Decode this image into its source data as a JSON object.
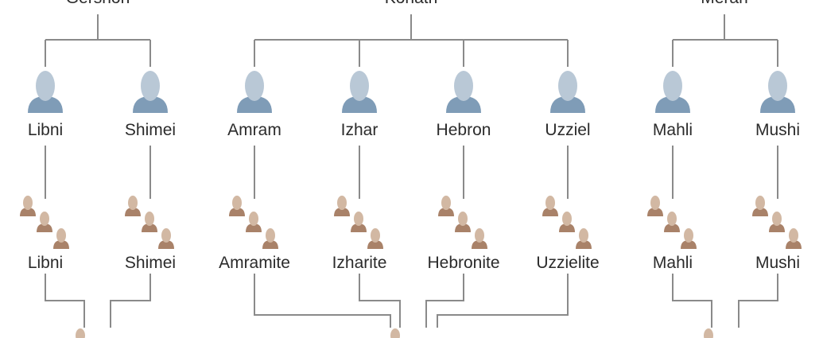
{
  "colors": {
    "line": "#8a8a8a",
    "person_head": "#b9c8d6",
    "person_body": "#7f9cb7",
    "clan_head": "#d2b8a3",
    "clan_body": "#a98269",
    "text": "#2b2b2b"
  },
  "tree": {
    "groups": [
      {
        "name": "Gershon",
        "children": [
          {
            "son": "Libni",
            "clan": "Libni"
          },
          {
            "son": "Shimei",
            "clan": "Shimei"
          }
        ]
      },
      {
        "name": "Kohath",
        "children": [
          {
            "son": "Amram",
            "clan": "Amramite"
          },
          {
            "son": "Izhar",
            "clan": "Izharite"
          },
          {
            "son": "Hebron",
            "clan": "Hebronite"
          },
          {
            "son": "Uzziel",
            "clan": "Uzzielite"
          }
        ]
      },
      {
        "name": "Merari",
        "children": [
          {
            "son": "Mahli",
            "clan": "Mahli"
          },
          {
            "son": "Mushi",
            "clan": "Mushi"
          }
        ]
      }
    ]
  }
}
